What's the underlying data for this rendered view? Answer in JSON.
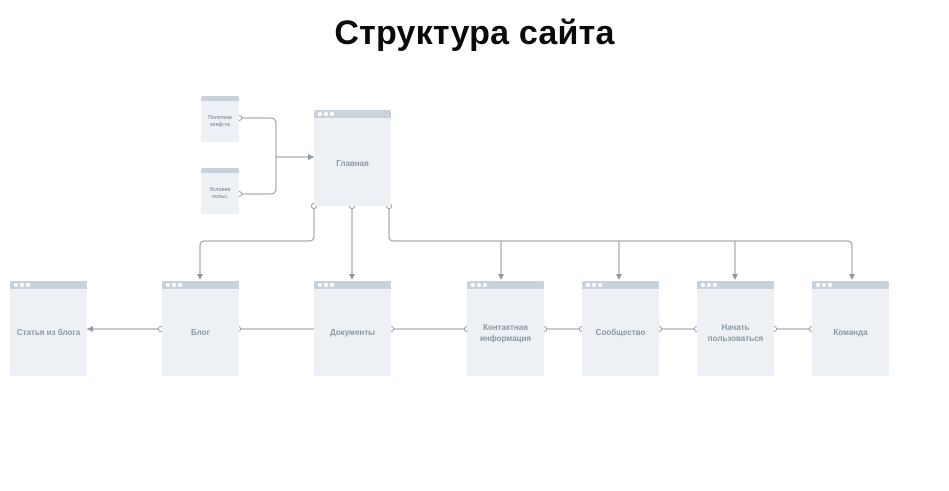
{
  "title": "Структура сайта",
  "nodes": {
    "home": "Главная",
    "privacy": "Политика\nконф-та",
    "terms": "Условия\nпольз.",
    "blog_article": "Статья из блога",
    "blog": "Блог",
    "documents": "Документы",
    "contacts": "Контактная\nинформация",
    "community": "Сообщество",
    "start": "Начать\nпользоваться",
    "team": "Команда"
  },
  "colors": {
    "node_fill": "#edf1f5",
    "node_bar": "#c9d1da",
    "connector": "#8f98a3",
    "label": "#8d96a1"
  }
}
